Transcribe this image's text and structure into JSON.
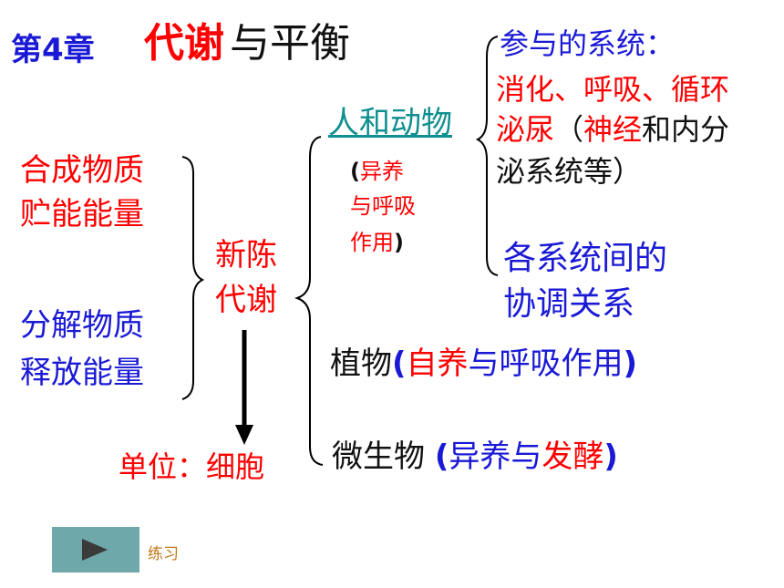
{
  "title": {
    "chapter": "第4章",
    "topic_red": "代谢",
    "topic_black": "与平衡"
  },
  "left": {
    "synthesis": [
      "合成物质",
      "贮能能量"
    ],
    "decomposition": [
      "分解物质",
      "释放能量"
    ]
  },
  "center": {
    "metabolism": [
      "新陈",
      "代谢"
    ],
    "unit_label": "单位：细胞"
  },
  "animals": {
    "label": "人和动物",
    "note_open": "(",
    "note_line1": "异养",
    "note_line2": "与呼吸",
    "note_line3": "作用",
    "note_close": ")"
  },
  "systems": {
    "heading": "参与的系统：",
    "line1": "消化、呼吸、循环",
    "line2_red1": "泌尿",
    "line2_black1": "（",
    "line2_red2": "神经",
    "line2_black2": "和内分",
    "line3": "泌系统等）",
    "coordination": [
      "各系统间的",
      "协调关系"
    ]
  },
  "plants": {
    "label": "植物",
    "open": "(",
    "red": "自养",
    "blue": "与呼吸作用",
    "close": ")"
  },
  "microbes": {
    "label": "微生物 ",
    "open": "(",
    "blue1": "异养与",
    "red": "发酵",
    "close": ")"
  },
  "nav": {
    "play_icon": "play-triangle-icon",
    "exercise_link": "练习"
  },
  "colors": {
    "blue": "#1a1ad6",
    "red": "#ff0000",
    "teal_link": "#0f8f8f",
    "button": "#6fa8aa"
  }
}
